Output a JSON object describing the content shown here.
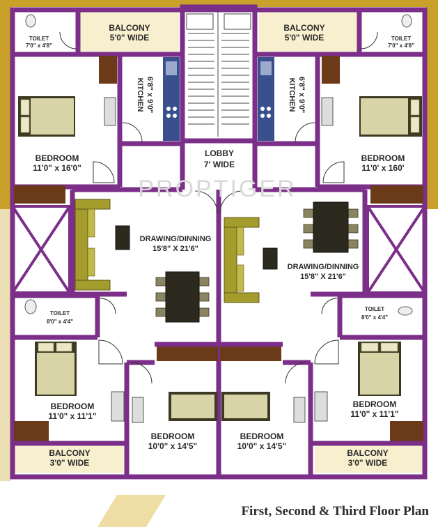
{
  "plan": {
    "title": "First, Second & Third Floor Plan",
    "watermark": "PROPTIGER",
    "colors": {
      "wall": "#7b2f88",
      "background_gold": "#c9a02a",
      "floor": "#ffffff",
      "balcony": "#f7efcd",
      "kitchen_counter": "#3a4f8e"
    },
    "rooms": {
      "balcony_top_left": {
        "name": "BALCONY",
        "size": "5'0\" WIDE"
      },
      "balcony_top_right": {
        "name": "BALCONY",
        "size": "5'0\" WIDE"
      },
      "toilet_top_left": {
        "name": "TOILET",
        "size": "7'0\" x 4'8\""
      },
      "toilet_top_right": {
        "name": "TOILET",
        "size": "7'0\" x 4'8\""
      },
      "kitchen_left": {
        "name": "KITCHEN",
        "size": "6'8\" x 9'0\""
      },
      "kitchen_right": {
        "name": "KITCHEN",
        "size": "6'8\" x 9'0\""
      },
      "lobby": {
        "name": "LOBBY",
        "size": "7' WIDE"
      },
      "bedroom_top_left": {
        "name": "BEDROOM",
        "size": "11'0\" x 16'0\""
      },
      "bedroom_top_right": {
        "name": "BEDROOM",
        "size": "11'0' x 160'"
      },
      "drawing_left": {
        "name": "DRAWING/DINNING",
        "size": "15'8\" X 21'6\""
      },
      "drawing_right": {
        "name": "DRAWING/DINNING",
        "size": "15'8\" X 21'6\""
      },
      "toilet_mid_left": {
        "name": "TOILET",
        "size": "8'0\" x 4'4\""
      },
      "toilet_mid_right": {
        "name": "TOILET",
        "size": "8'0\" x 4'4\""
      },
      "bedroom_bottom_left": {
        "name": "BEDROOM",
        "size": "11'0\" x 11'1\""
      },
      "bedroom_bottom_right": {
        "name": "BEDROOM",
        "size": "11'0\" x 11'1\""
      },
      "bedroom_center_left": {
        "name": "BEDROOM",
        "size": "10'0\" x 14'5\""
      },
      "bedroom_center_right": {
        "name": "BEDROOM",
        "size": "10'0\" x 14'5\""
      },
      "balcony_bottom_left": {
        "name": "BALCONY",
        "size": "3'0\" WIDE"
      },
      "balcony_bottom_right": {
        "name": "BALCONY",
        "size": "3'0\" WIDE"
      }
    }
  }
}
